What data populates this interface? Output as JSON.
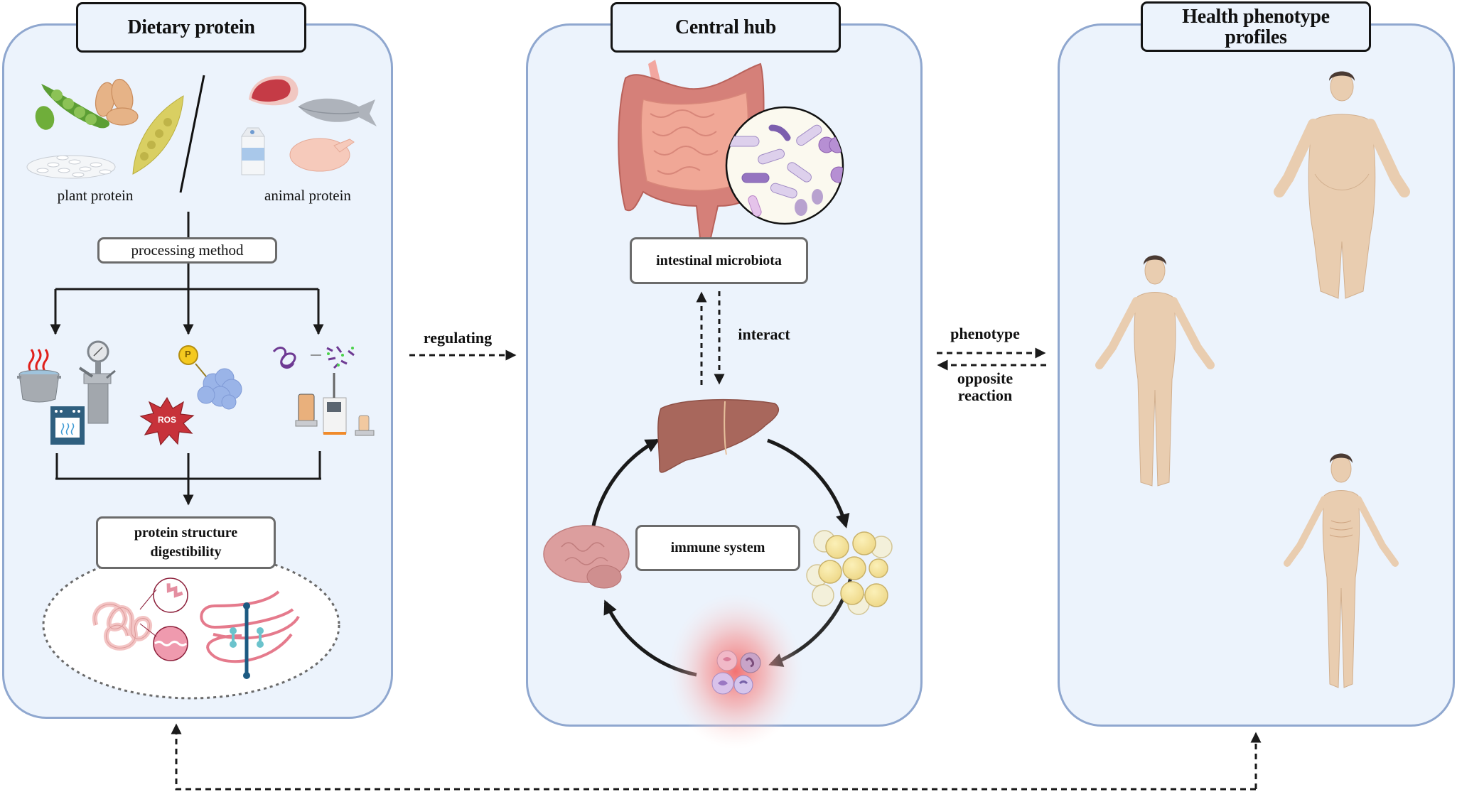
{
  "panels": {
    "dietary": {
      "title": "Dietary protein",
      "plant_label": "plant protein",
      "animal_label": "animal protein",
      "processing_label": "processing method",
      "outcome_label_line1": "protein structure",
      "outcome_label_line2": "digestibility",
      "plant_icons": [
        "soybean-pod-icon",
        "bean-icon",
        "wheat-grain-icon",
        "pea-pod-icon",
        "rice-pile-icon"
      ],
      "animal_icons": [
        "meat-steak-icon",
        "fish-icon",
        "milk-carton-icon",
        "chicken-icon"
      ],
      "methods": [
        {
          "name": "thermal-processing",
          "icons": [
            "boiling-pot-icon",
            "pressure-reactor-icon",
            "oven-icon"
          ]
        },
        {
          "name": "chemical-modification",
          "icons": [
            "phosphate-icon",
            "protein-cloud-icon",
            "ros-burst-icon"
          ],
          "ros_text": "ROS",
          "phosphate_text": "P"
        },
        {
          "name": "enzymatic-hydrolysis",
          "icons": [
            "protein-unfolding-icon",
            "bioreactor-icon"
          ]
        }
      ]
    },
    "central": {
      "title": "Central hub",
      "microbiota_label": "intestinal microbiota",
      "interact_label": "interact",
      "immune_label": "immune system",
      "cycle_organs": [
        "liver",
        "adipose-tissue",
        "immune-cells",
        "brain"
      ]
    },
    "health": {
      "title_line1": "Health phenotype",
      "title_line2": "profiles",
      "figures": [
        "obese-body",
        "normal-body",
        "underweight-body"
      ]
    }
  },
  "connectors": {
    "regulating_label": "regulating",
    "phenotype_label": "phenotype",
    "opposite_label_line1": "opposite",
    "opposite_label_line2": "reaction"
  },
  "colors": {
    "panel_fill": "#ecf3fc",
    "panel_border": "#8fa7cf",
    "title_border": "#141414",
    "arrow": "#1a1a1a",
    "skin": "#e9cdb0",
    "hair": "#4a3a33"
  }
}
